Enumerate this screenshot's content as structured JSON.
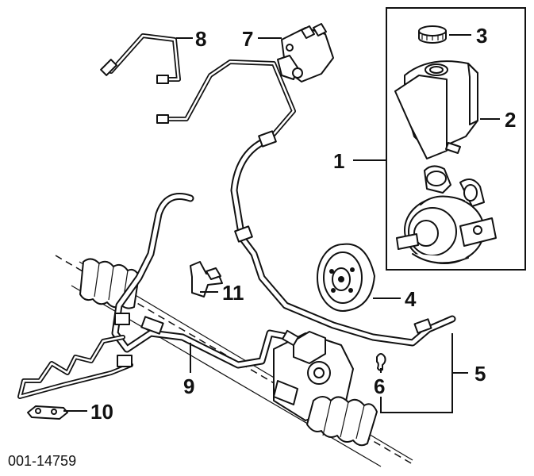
{
  "diagram": {
    "callouts": {
      "c1": "1",
      "c2": "2",
      "c3": "3",
      "c4": "4",
      "c5": "5",
      "c6": "6",
      "c7": "7",
      "c8": "8",
      "c9": "9",
      "c10": "10",
      "c11": "11"
    },
    "figure_number": "001-14759",
    "colors": {
      "ink": "#111111",
      "paper": "#ffffff"
    }
  }
}
